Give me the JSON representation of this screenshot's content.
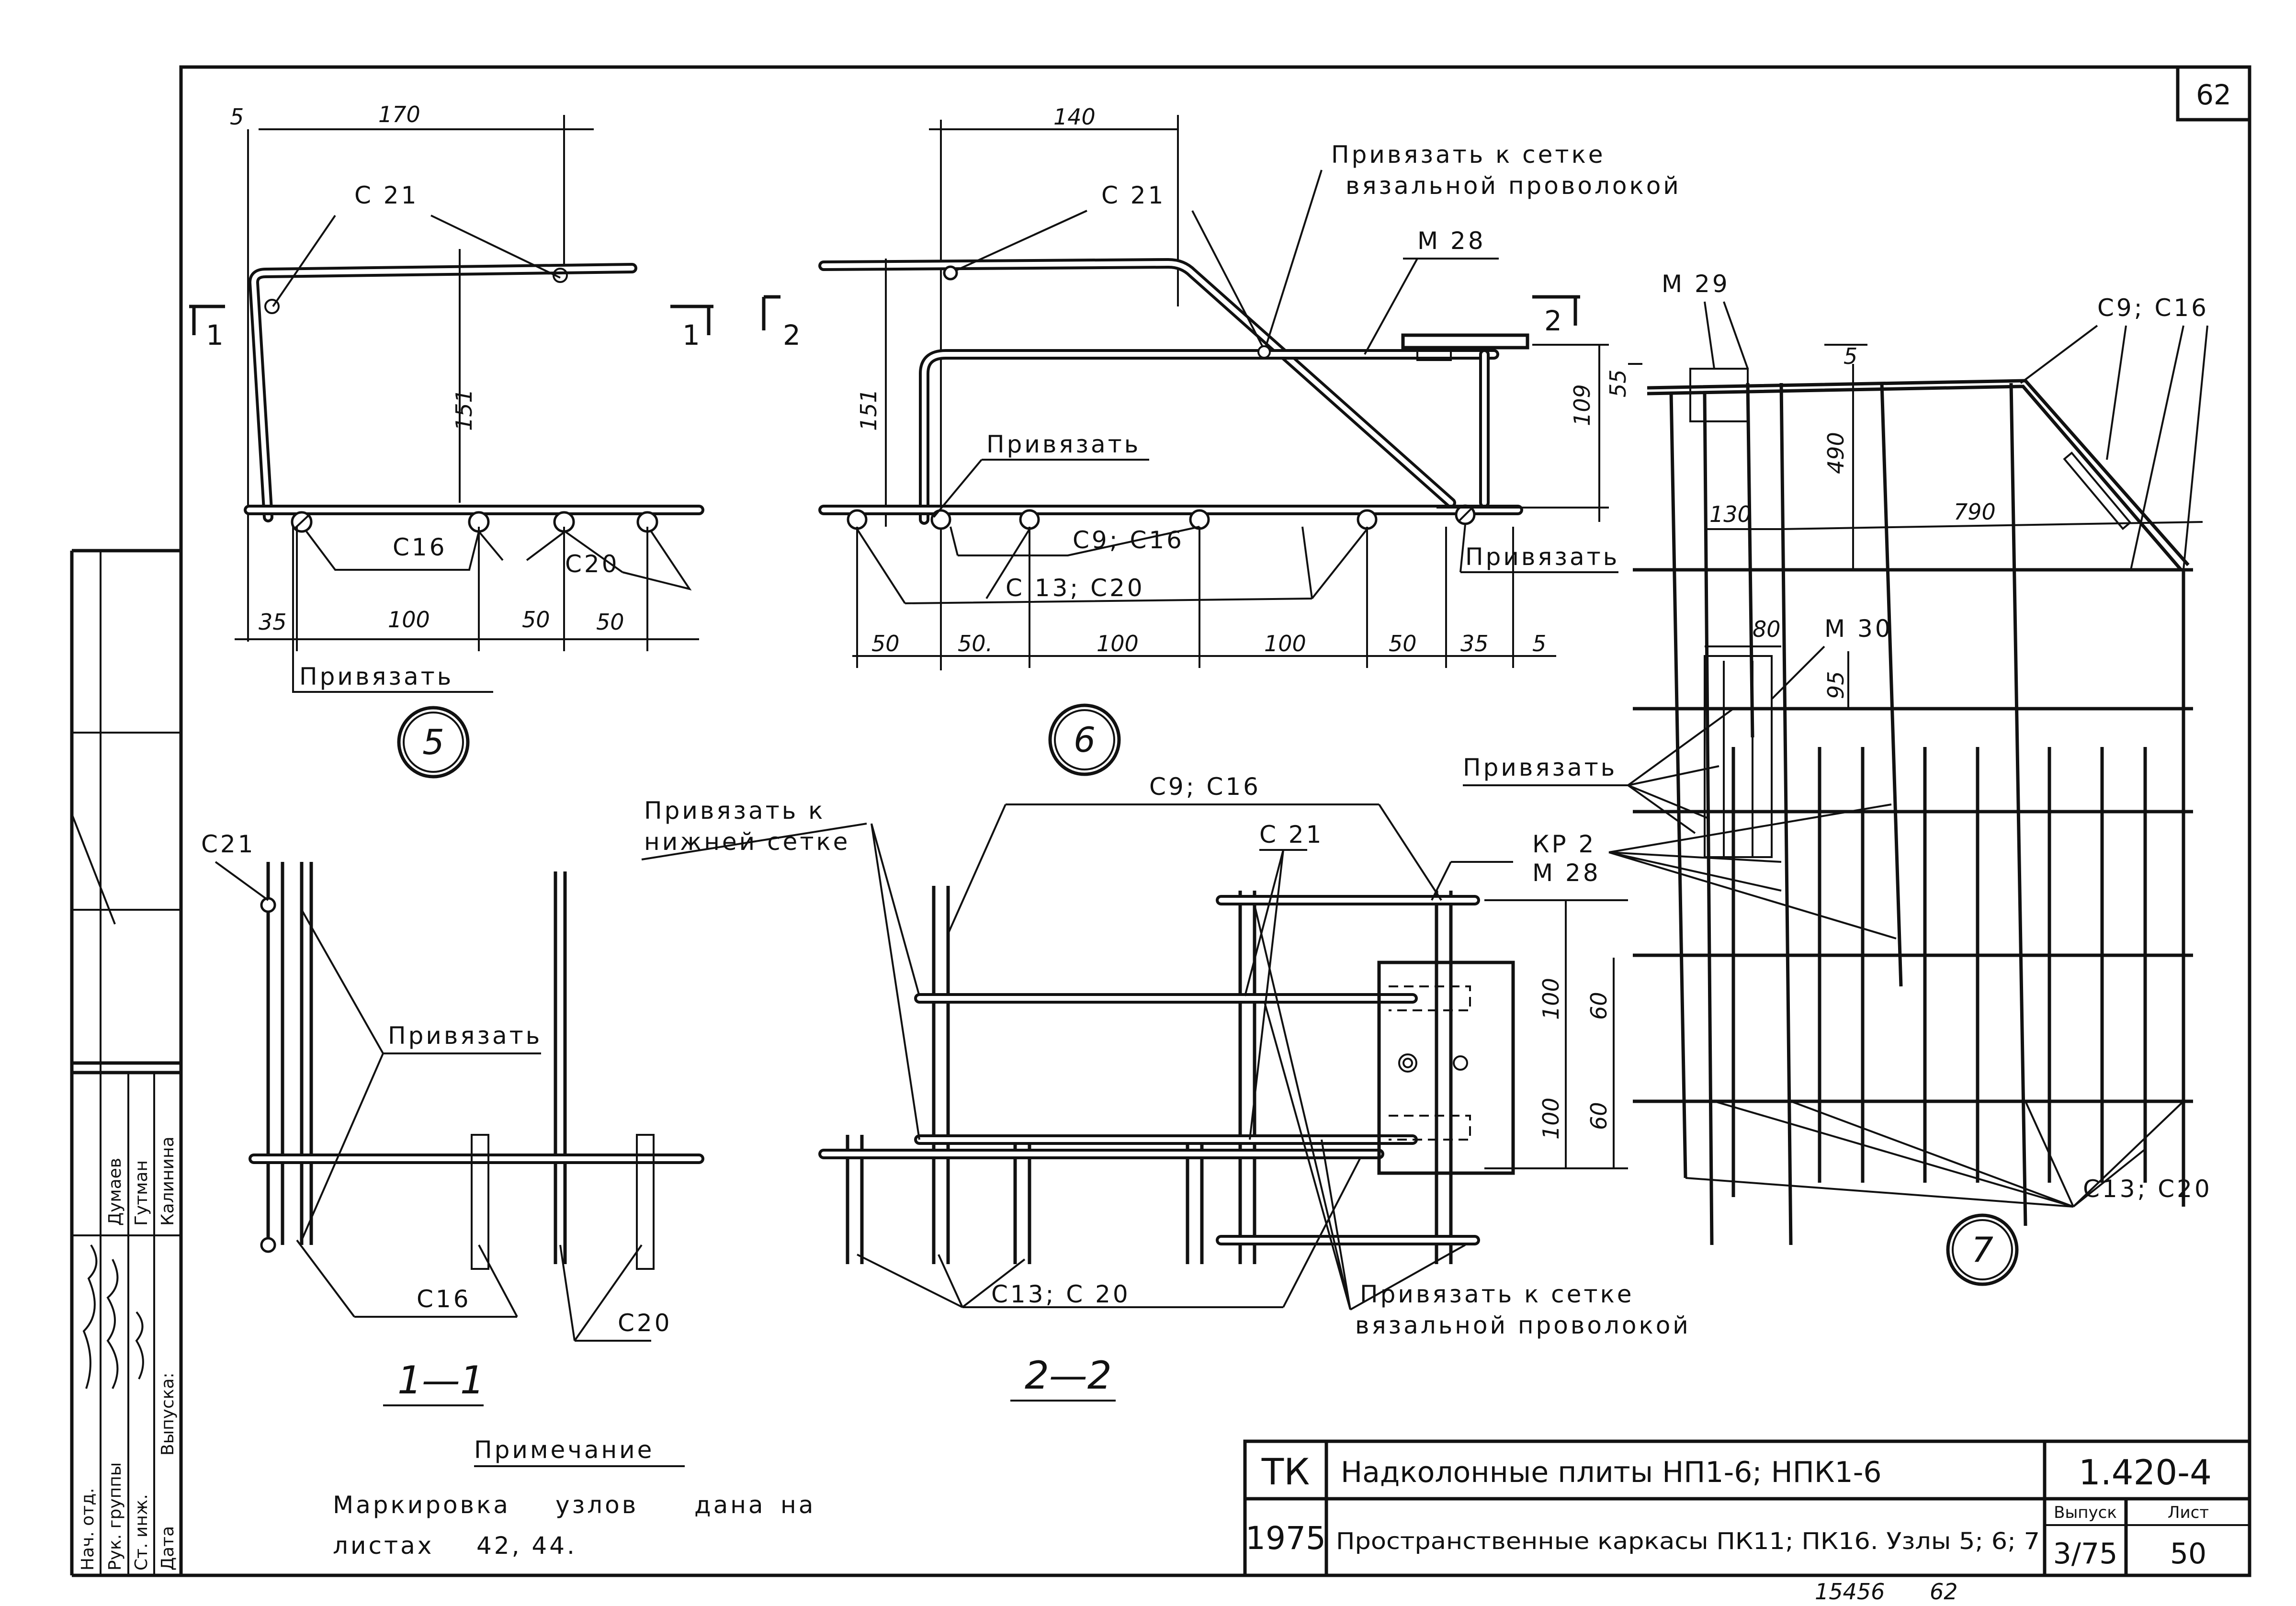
{
  "sheet_number": "62",
  "views": {
    "v5": {
      "label": "5",
      "dims": [
        "5",
        "170",
        "151",
        "35",
        "100",
        "50",
        "50"
      ],
      "marks": [
        "С 21",
        "С16",
        "С20"
      ],
      "tie": "Привязать",
      "sec_mark": "1"
    },
    "v6": {
      "label": "6",
      "dims": [
        "140",
        "151",
        "109",
        "50",
        "50.",
        "100",
        "100",
        "50",
        "35",
        "5"
      ],
      "marks": [
        "С 21",
        "М 28",
        "С9; С16",
        "С 13; С20"
      ],
      "tie": "Привязать",
      "tie2": "Привязать",
      "note_wire_1": "Привязать к сетке",
      "note_wire_2": "вязальной проволокой",
      "sec_mark": "2"
    },
    "v7": {
      "label": "7",
      "dims": [
        "55",
        "5",
        "490",
        "130",
        "790",
        "80",
        "95"
      ],
      "marks": [
        "М 29",
        "С9; С16",
        "М 30",
        "КР 2",
        "М 28",
        "С13; С20"
      ],
      "tie": "Привязать"
    },
    "s11": {
      "label": "1—1",
      "marks": [
        "С21",
        "С16",
        "С20"
      ],
      "tie": "Привязать"
    },
    "s22": {
      "label": "2—2",
      "dims": [
        "100",
        "60",
        "60",
        "100"
      ],
      "marks": [
        "С9; С16",
        "С 21",
        "С13; С 20"
      ],
      "tie_lower_1": "Привязать к",
      "tie_lower_2": "нижней сетке",
      "note_wire_1": "Привязать к сетке",
      "note_wire_2": "вязальной проволокой"
    }
  },
  "note": {
    "title": "Примечание",
    "line1_a": "Маркировка",
    "line1_b": "узлов",
    "line1_c": "дана",
    "line1_d": "на",
    "line2_a": "листах",
    "line2_b": "42, 44."
  },
  "stamp": {
    "org": "ТК",
    "year": "1975",
    "title_1": "Надколонные плиты НП1-6; НПК1-6",
    "title_2": "Пространственные каркасы ПК11; ПК16. Узлы 5; 6; 7",
    "code": "1.420-4",
    "issue_label": "Выпуск",
    "issue": "3/75",
    "sheet_label": "Лист",
    "sheet": "50"
  },
  "side_block": {
    "rows": [
      "Нач. отд.",
      "Рук. группы",
      "Ст. инж.",
      "Дата"
    ],
    "names": [
      "Думаев",
      "Гутман",
      "Калинина"
    ],
    "issue_label": "Выпуска:"
  },
  "bottom": {
    "left": "15456",
    "right": "62"
  }
}
